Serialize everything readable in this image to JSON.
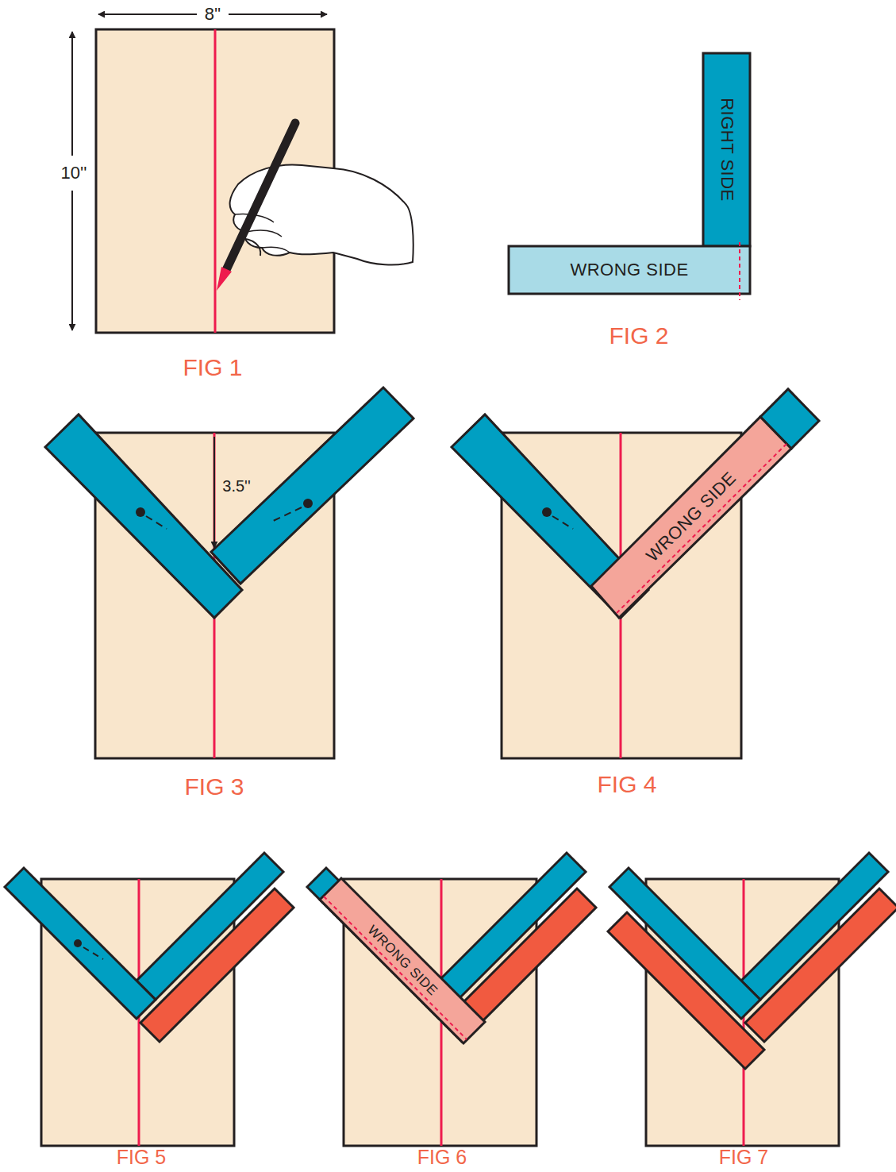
{
  "diagram": {
    "nodes": [
      {
        "text": [
          "RIGHT SIDE"
        ]
      },
      {
        "text": [
          "WRONG SIDE"
        ]
      },
      {
        "text": [
          "WRONG SIDE"
        ]
      },
      {
        "text": [
          "WRONG SIDE"
        ]
      }
    ],
    "labels": [
      "8''",
      "10''",
      "FIG 1",
      "FIG 2",
      "3.5''",
      "FIG 3",
      "FIG 4",
      "FIG 5",
      "FIG 6",
      "FIG 7"
    ]
  }
}
